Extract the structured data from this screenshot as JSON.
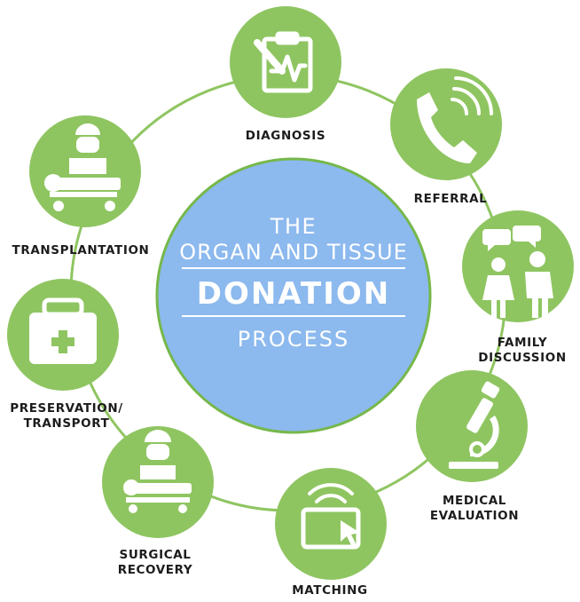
{
  "center": {
    "line1": "THE",
    "line2": "ORGAN AND TISSUE",
    "line3": "DONATION",
    "line4": "PROCESS"
  },
  "colors": {
    "node_green": "#8fc561",
    "ring_green": "#8fc561",
    "center_blue": "#8cb9ee",
    "center_border": "#76b84b",
    "icon_white": "#ffffff"
  },
  "steps": [
    {
      "label": "DIAGNOSIS",
      "icon": "clipboard-chart-icon"
    },
    {
      "label": "REFERRAL",
      "icon": "phone-icon"
    },
    {
      "label_lines": [
        "FAMILY",
        "DISCUSSION"
      ],
      "icon": "family-discussion-icon"
    },
    {
      "label_lines": [
        "MEDICAL",
        "EVALUATION"
      ],
      "icon": "microscope-icon"
    },
    {
      "label": "MATCHING",
      "icon": "computer-matching-icon"
    },
    {
      "label_lines": [
        "SURGICAL",
        "RECOVERY"
      ],
      "icon": "surgeon-icon"
    },
    {
      "label_lines": [
        "PRESERVATION/",
        "TRANSPORT"
      ],
      "icon": "medical-case-icon"
    },
    {
      "label": "TRANSPLANTATION",
      "icon": "surgeon-icon"
    }
  ]
}
